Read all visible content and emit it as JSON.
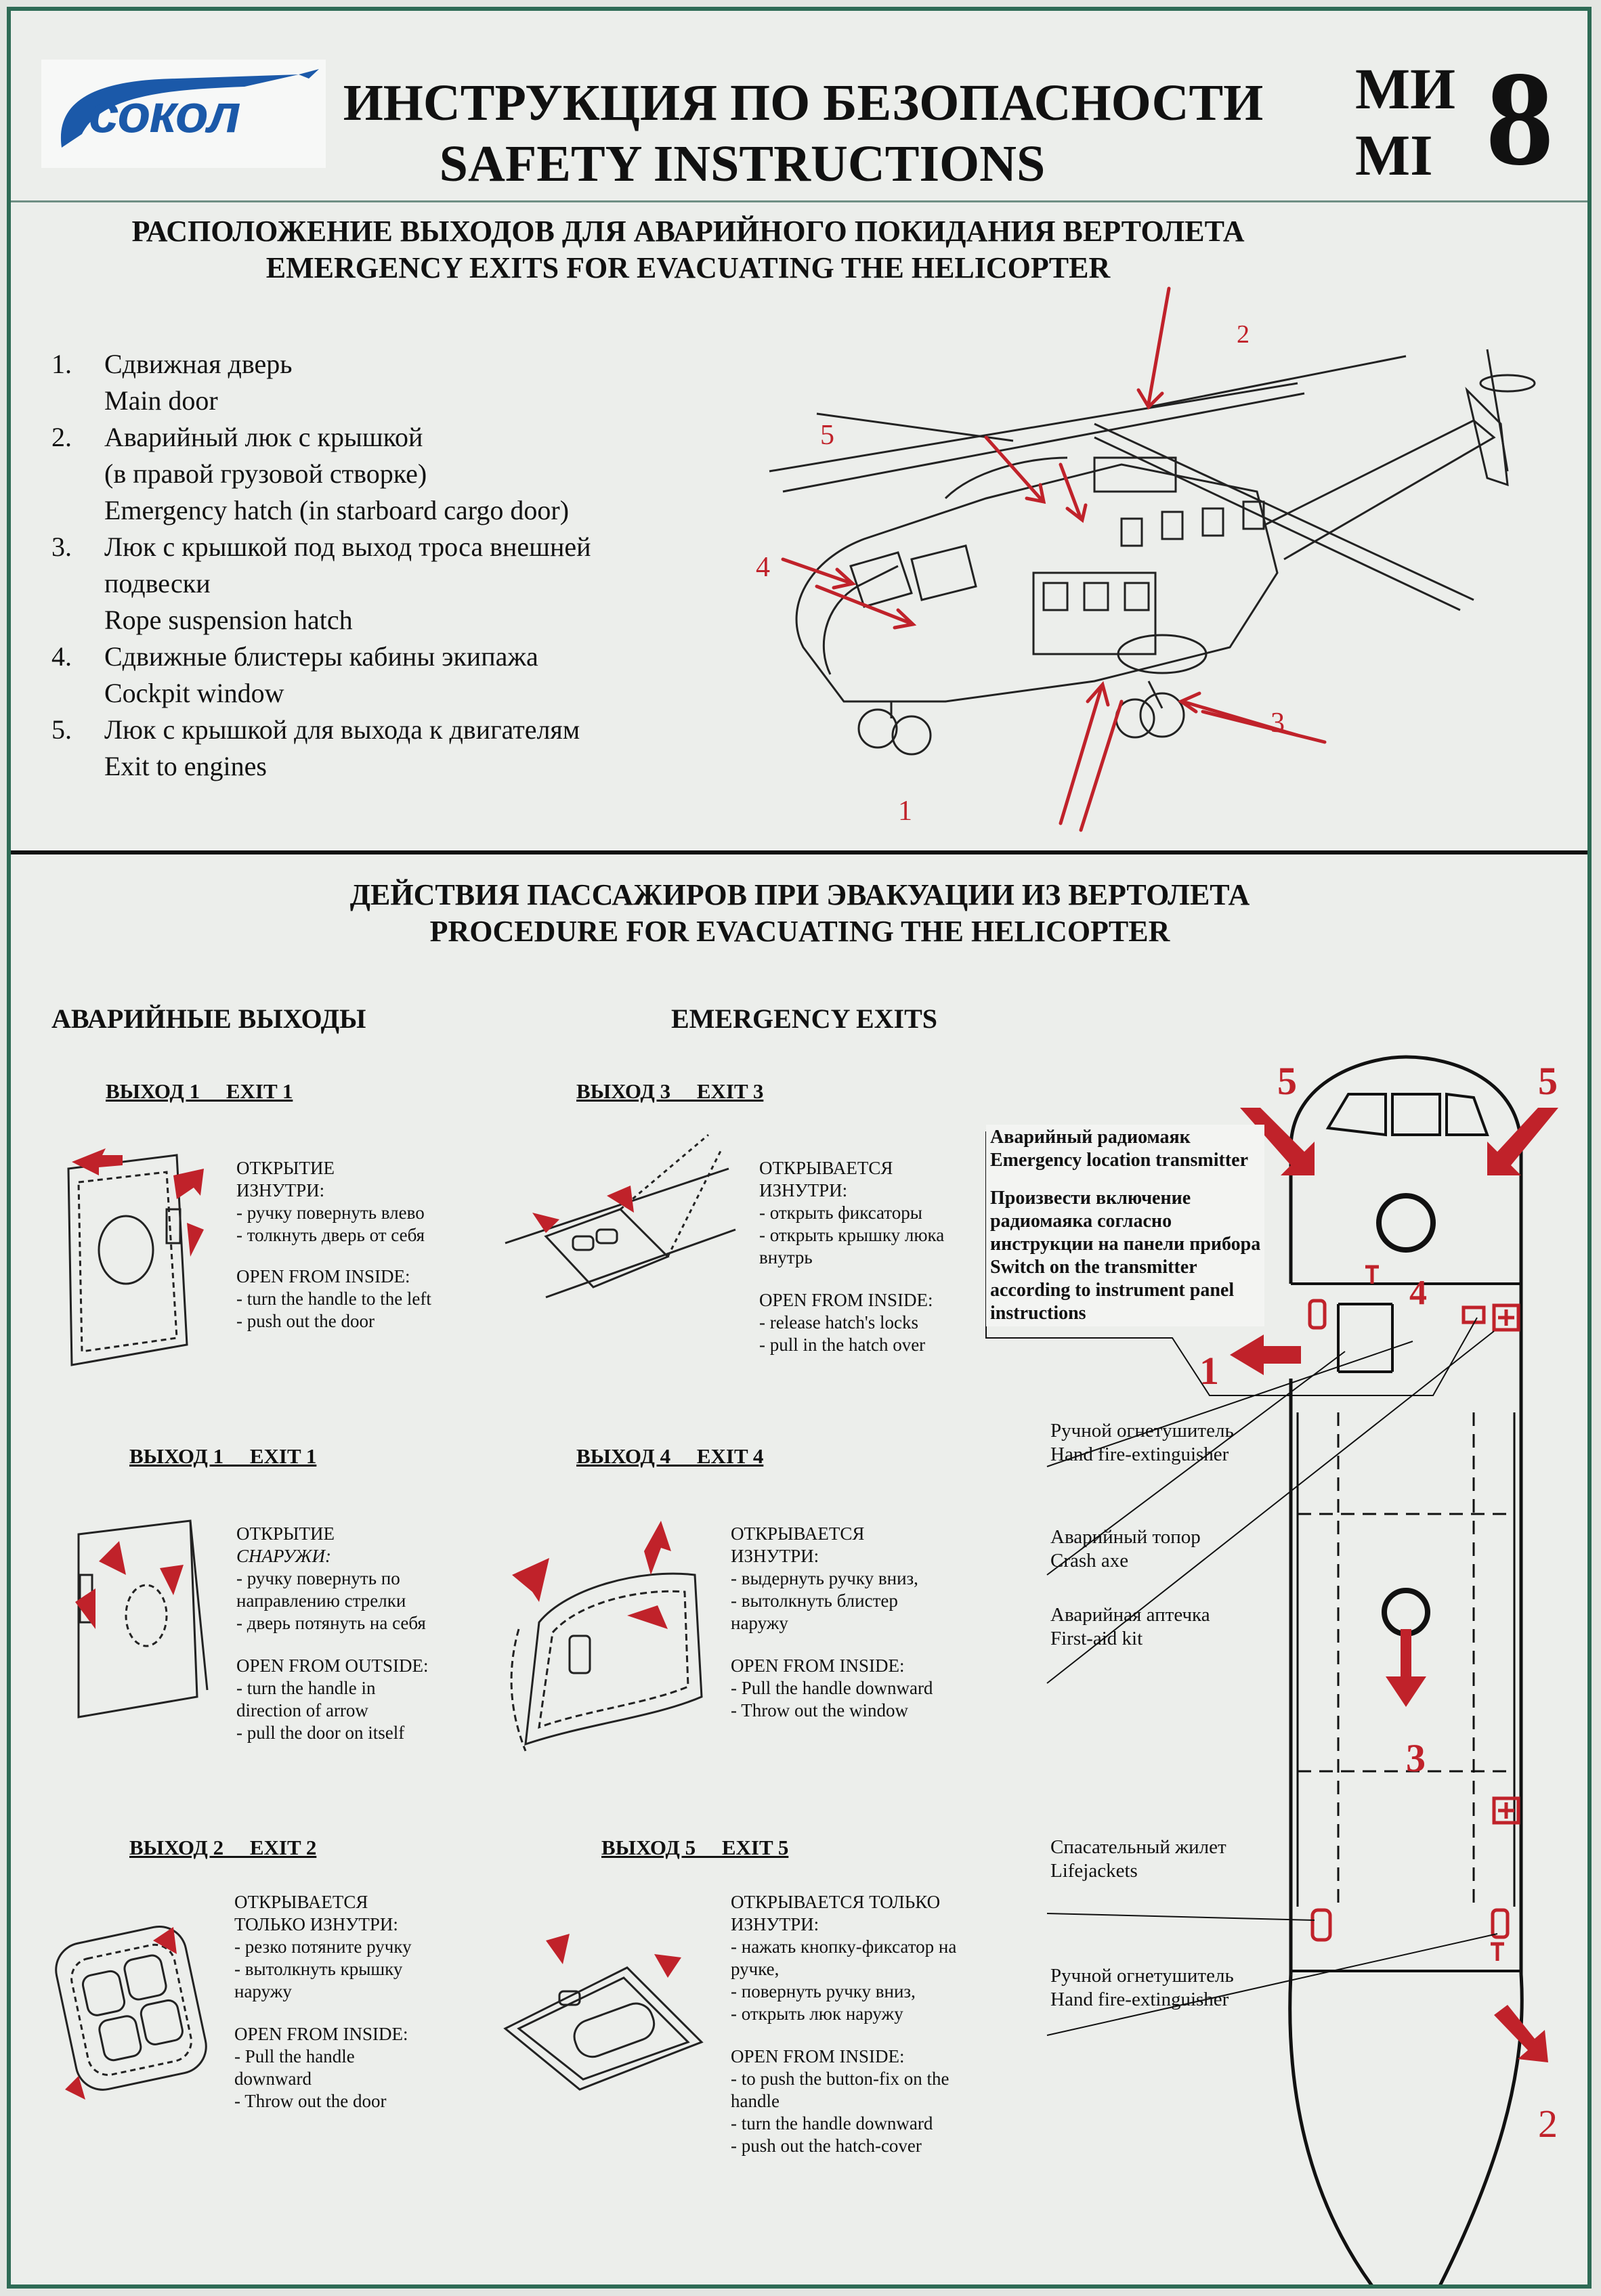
{
  "header": {
    "logo": "сокол",
    "title_ru": "ИНСТРУКЦИЯ ПО БЕЗОПАСНОСТИ",
    "title_en": "SAFETY INSTRUCTIONS",
    "model_ru": "МИ",
    "model_en": "MI",
    "model_number": "8"
  },
  "exits_section": {
    "title_ru": "РАСПОЛОЖЕНИЕ ВЫХОДОВ ДЛЯ АВАРИЙНОГО ПОКИДАНИЯ ВЕРТОЛЕТА",
    "title_en": "EMERGENCY EXITS FOR EVACUATING THE HELICOPTER",
    "items": [
      {
        "num": "1.",
        "ru": "Сдвижная дверь",
        "en": "Main door"
      },
      {
        "num": "2.",
        "ru": "Аварийный люк с крышкой",
        "ru2": "(в правой грузовой створке)",
        "en": "Emergency hatch (in starboard cargo door)"
      },
      {
        "num": "3.",
        "ru": "Люк с крышкой под выход троса внешней",
        "ru2": "подвески",
        "en": "Rope suspension hatch"
      },
      {
        "num": "4.",
        "ru": "Сдвижные блистеры кабины экипажа",
        "en": "Cockpit window"
      },
      {
        "num": "5.",
        "ru": "Люк с крышкой для выхода к двигателям",
        "en": "Exit to engines"
      }
    ],
    "callouts": [
      "1",
      "2",
      "3",
      "4",
      "5"
    ]
  },
  "procedure": {
    "title_ru": "ДЕЙСТВИЯ ПАССАЖИРОВ ПРИ ЭВАКУАЦИИ ИЗ ВЕРТОЛЕТА",
    "title_en": "PROCEDURE FOR EVACUATING THE HELICOPTER",
    "heading_ru": "АВАРИЙНЫЕ ВЫХОДЫ",
    "heading_en": "EMERGENCY EXITS",
    "exit1_in": {
      "title": "ВЫХОД 1     EXIT 1",
      "ru_head": "ОТКРЫТИЕ",
      "ru_head2": "ИЗНУТРИ:",
      "ru": [
        "- ручку повернуть влево",
        "- толкнуть дверь от себя"
      ],
      "en_head": "OPEN FROM INSIDE:",
      "en": [
        "- turn the handle to the left",
        "- push out the door"
      ]
    },
    "exit1_out": {
      "title": "ВЫХОД 1     EXIT 1",
      "ru_head": "ОТКРЫТИЕ",
      "ru_head2": "СНАРУЖИ:",
      "ru": [
        "- ручку повернуть по",
        "направлению стрелки",
        "- дверь потянуть на себя"
      ],
      "en_head": "OPEN FROM OUTSIDE:",
      "en": [
        "- turn the handle in",
        "direction of arrow",
        "- pull the door on itself"
      ]
    },
    "exit2": {
      "title": "ВЫХОД 2     EXIT 2",
      "ru_head": "ОТКРЫВАЕТСЯ",
      "ru_head2": "ТОЛЬКО ИЗНУТРИ:",
      "ru": [
        "- резко потяните  ручку",
        "- вытолкнуть крышку",
        "наружу"
      ],
      "en_head": "OPEN FROM INSIDE:",
      "en": [
        "- Pull the handle",
        "downward",
        "- Throw out the door"
      ]
    },
    "exit3": {
      "title": "ВЫХОД 3     EXIT 3",
      "ru_head": "ОТКРЫВАЕТСЯ",
      "ru_head2": "ИЗНУТРИ:",
      "ru": [
        "- открыть фиксаторы",
        "- открыть крышку люка",
        "внутрь"
      ],
      "en_head": "OPEN FROM INSIDE:",
      "en": [
        "- release hatch's locks",
        "- pull in  the hatch over"
      ]
    },
    "exit4": {
      "title": "ВЫХОД 4     EXIT 4",
      "ru_head": "ОТКРЫВАЕТСЯ",
      "ru_head2": "ИЗНУТРИ:",
      "ru": [
        "- выдернуть ручку вниз,",
        "- вытолкнуть блистер",
        "наружу"
      ],
      "en_head": "OPEN FROM INSIDE:",
      "en": [
        "- Pull the handle downward",
        "- Throw out the window"
      ]
    },
    "exit5": {
      "title": "ВЫХОД 5     EXIT 5",
      "ru_head": "ОТКРЫВАЕТСЯ ТОЛЬКО",
      "ru_head2": "ИЗНУТРИ:",
      "ru": [
        "- нажать кнопку-фиксатор на",
        "ручке,",
        "- повернуть ручку вниз,",
        "- открыть люк наружу"
      ],
      "en_head": "OPEN FROM INSIDE:",
      "en": [
        "- to push the button-fix on the",
        "handle",
        "- turn the handle downward",
        "- push out the hatch-cover"
      ]
    }
  },
  "plan": {
    "elt_ru": "Аварийный радиомаяк",
    "elt_en": "Emergency location transmitter",
    "elt_note": [
      "Произвести включение",
      "радиомаяка согласно",
      "инструкции на панели прибора",
      "Switch on the transmitter",
      "according to instrument panel",
      "instructions"
    ],
    "ext1_ru": "Ручной  огнетушитель",
    "ext1_en": "Hand fire-extinguisher",
    "axe_ru": "Аварийный топор",
    "axe_en": "Crash axe",
    "aid_ru": "Аварийная аптечка",
    "aid_en": "First-aid kit",
    "vest_ru": "Спасательный жилет",
    "vest_en": "Lifejackets",
    "ext2_ru": "Ручной  огнетушитель",
    "ext2_en": "Hand fire-extinguisher",
    "numbers": [
      "5",
      "5",
      "4",
      "1",
      "3",
      "2"
    ]
  },
  "colors": {
    "accent": "#c0222a",
    "border": "#2e6b55",
    "logo": "#1b59a9"
  }
}
